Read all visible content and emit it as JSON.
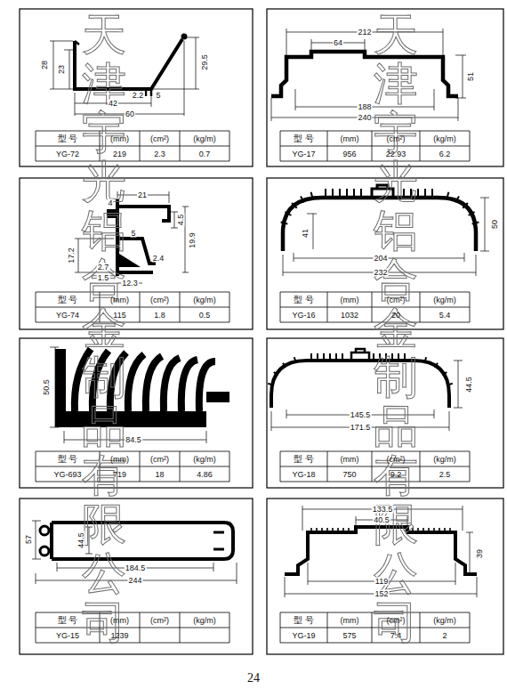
{
  "diagram": {
    "labels": [
      "天津宇光铝合金制品有限公司",
      "天津宇光铝合金制品有限公司",
      "28",
      "23",
      "29.5",
      "2.2",
      "5",
      "42",
      "60",
      "型 号",
      "(mm)",
      "(cm²)",
      "(kg/m)",
      "YG-72",
      "219",
      "2.3",
      "0.7",
      "212",
      "64",
      "51",
      "188",
      "240",
      "型 号",
      "(mm)",
      "(cm²)",
      "(kg/m)",
      "YG-17",
      "956",
      "22.93",
      "6.2",
      "21",
      "4",
      "4.5",
      "5",
      "19.9",
      "17.2",
      "2.4",
      "2.7",
      "1.5",
      "12.3",
      "型 号",
      "(mm)",
      "(cm²)",
      "(kg/m)",
      "YG-74",
      "115",
      "1.8",
      "0.5",
      "41",
      "50",
      "204",
      "232",
      "型 号",
      "(mm)",
      "(cm²)",
      "(kg/m)",
      "YG-16",
      "1032",
      "20",
      "5.4",
      "50.5",
      "84.5",
      "型 号",
      "(mm)",
      "(cm²)",
      "(kg/m)",
      "YG-693",
      "719",
      "18",
      "4.86",
      "44.5",
      "145.5",
      "171.5",
      "型 号",
      "(mm)",
      "(cm²)",
      "(kg/m)",
      "YG-18",
      "750",
      "9.2",
      "2.5",
      "57",
      "44.5",
      "184.5",
      "244",
      "型 号",
      "(mm)",
      "(cm²)",
      "(kg/m)",
      "YG-15",
      "1239",
      "133.5",
      "40.5",
      "39",
      "119",
      "152",
      "型 号",
      "(mm)",
      "(cm²)",
      "(kg/m)",
      "YG-19",
      "575",
      "7.4",
      "2",
      "24"
    ]
  }
}
